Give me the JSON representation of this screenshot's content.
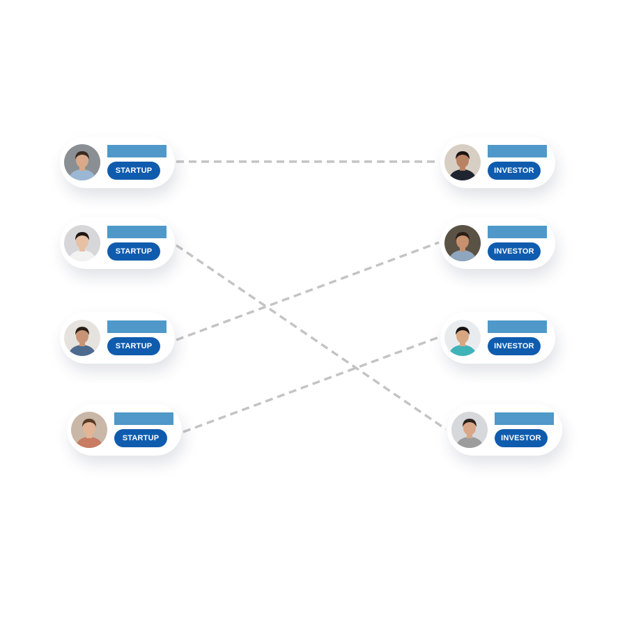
{
  "startups": [
    {
      "role": "STARTUP",
      "skin": "#d9a98a",
      "hair": "#3a2a20",
      "shirt": "#9cb7d3",
      "bg": "#8a8f94"
    },
    {
      "role": "STARTUP",
      "skin": "#e8c0a4",
      "hair": "#1e1612",
      "shirt": "#f2f2f2",
      "bg": "#d7d7d9"
    },
    {
      "role": "STARTUP",
      "skin": "#c99474",
      "hair": "#2a1d16",
      "shirt": "#4d6b8f",
      "bg": "#e6e3df"
    },
    {
      "role": "STARTUP",
      "skin": "#e3b596",
      "hair": "#5a3a26",
      "shirt": "#c77c63",
      "bg": "#c9b7a7"
    }
  ],
  "investors": [
    {
      "role": "INVESTOR",
      "skin": "#b98262",
      "hair": "#1a1412",
      "shirt": "#1f2530",
      "bg": "#d8cfc4"
    },
    {
      "role": "INVESTOR",
      "skin": "#c7906e",
      "hair": "#2a1f18",
      "shirt": "#8fa6bf",
      "bg": "#5b5246"
    },
    {
      "role": "INVESTOR",
      "skin": "#d7a782",
      "hair": "#171210",
      "shirt": "#3fb3b8",
      "bg": "#e9ecef"
    },
    {
      "role": "INVESTOR",
      "skin": "#d9a688",
      "hair": "#2a221d",
      "shirt": "#9c9c9c",
      "bg": "#d6d8db"
    }
  ],
  "connections": [
    {
      "from": 0,
      "to": 0
    },
    {
      "from": 1,
      "to": 3
    },
    {
      "from": 2,
      "to": 1
    },
    {
      "from": 3,
      "to": 2
    }
  ],
  "colors": {
    "line": "#c4c4c4",
    "name_bar": "#4f98c9",
    "pill": "#0f5cae"
  }
}
